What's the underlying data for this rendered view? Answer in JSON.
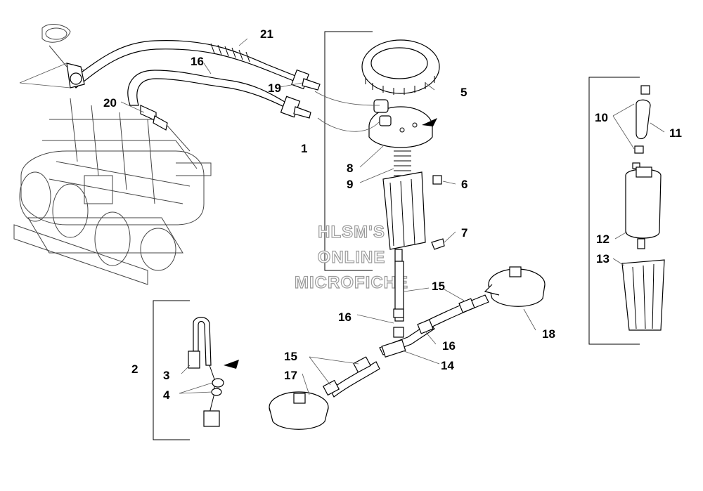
{
  "watermark": {
    "line1": "HLSM'S",
    "line2": "ONLINE",
    "line3": "MICROFICHE"
  },
  "callouts": {
    "c1": "1",
    "c2": "2",
    "c3": "3",
    "c4": "4",
    "c5": "5",
    "c6": "6",
    "c7": "7",
    "c8": "8",
    "c9": "9",
    "c10": "10",
    "c11": "11",
    "c12": "12",
    "c13": "13",
    "c14": "14",
    "c15a": "15",
    "c15b": "15",
    "c16a": "16",
    "c16b": "16",
    "c16c": "16",
    "c17": "17",
    "c18": "18",
    "c19": "19",
    "c20": "20",
    "c21": "21"
  }
}
